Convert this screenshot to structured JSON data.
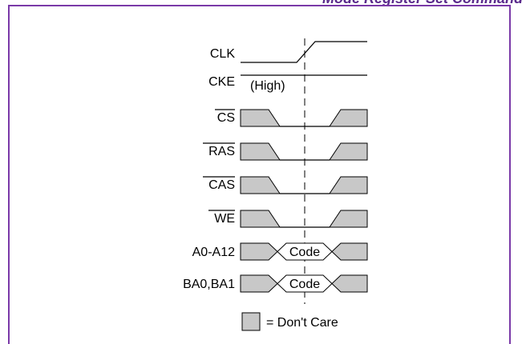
{
  "header": {
    "text": "Mode Register Set Command"
  },
  "signals": [
    {
      "id": "clk",
      "label": "CLK"
    },
    {
      "id": "cke",
      "label": "CKE",
      "note": "(High)"
    },
    {
      "id": "cs",
      "label": "CS",
      "active_low": true
    },
    {
      "id": "ras",
      "label": "RAS",
      "active_low": true
    },
    {
      "id": "cas",
      "label": "CAS",
      "active_low": true
    },
    {
      "id": "we",
      "label": "WE",
      "active_low": true
    },
    {
      "id": "a0-a12",
      "label": "A0-A12",
      "bus_value": "Code"
    },
    {
      "id": "ba0-ba1",
      "label": "BA0,BA1",
      "bus_value": "Code"
    }
  ],
  "legend": {
    "text": "= Don't Care"
  },
  "colors": {
    "dont_care_fill": "#c8c8c8",
    "border": "#7a3aa8",
    "header_text": "#5a2a8c"
  }
}
